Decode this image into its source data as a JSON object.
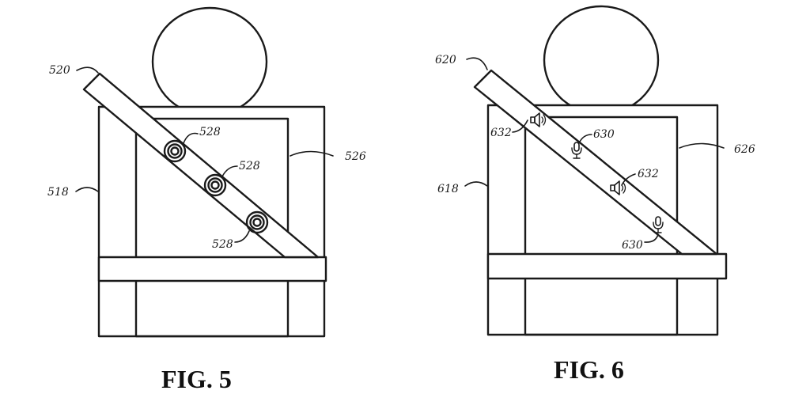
{
  "figures": [
    {
      "caption": "FIG. 5",
      "refs": {
        "belt": "520",
        "seat": "518",
        "backrest": "526",
        "sensor_1": "528",
        "sensor_2": "528",
        "sensor_3": "528"
      }
    },
    {
      "caption": "FIG. 6",
      "refs": {
        "belt": "620",
        "seat": "618",
        "backrest": "626",
        "speaker_1": "632",
        "speaker_2": "632",
        "mic_1": "630",
        "mic_2": "630"
      }
    }
  ]
}
